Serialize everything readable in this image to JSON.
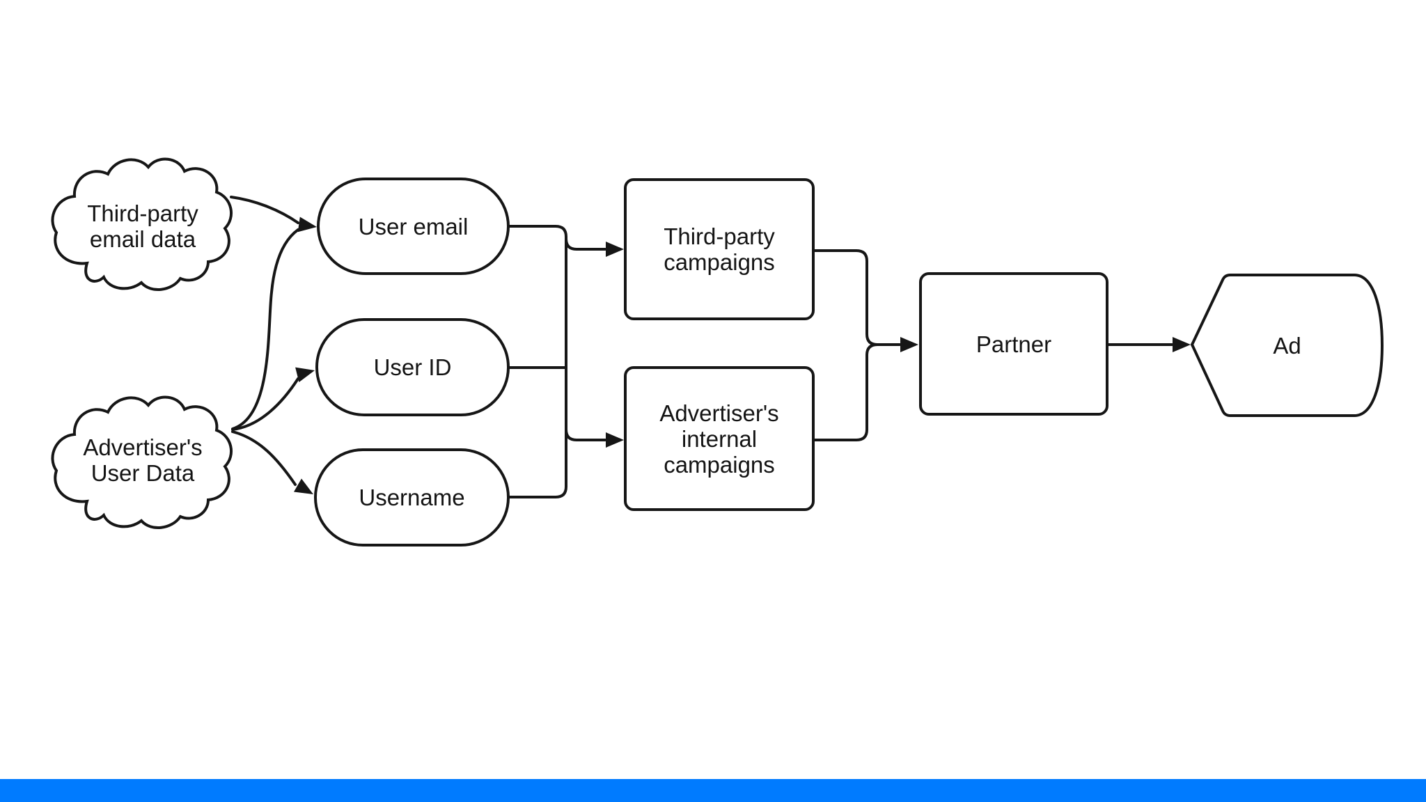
{
  "colors": {
    "line": "#161616",
    "background": "#ffffff",
    "footer_bar": "#007bff"
  },
  "nodes": {
    "cloud_third_party": {
      "lines": [
        "Third-party",
        "email data"
      ]
    },
    "cloud_advertiser": {
      "lines": [
        "Advertiser's",
        "User Data"
      ]
    },
    "stadium_user_email": {
      "label": "User email"
    },
    "stadium_user_id": {
      "label": "User ID"
    },
    "stadium_username": {
      "label": "Username"
    },
    "box_third_party_campaigns": {
      "lines": [
        "Third-party",
        "campaigns"
      ]
    },
    "box_advertiser_internal": {
      "lines": [
        "Advertiser's",
        "internal",
        "campaigns"
      ]
    },
    "box_partner": {
      "label": "Partner"
    },
    "display_ad": {
      "label": "Ad"
    }
  }
}
